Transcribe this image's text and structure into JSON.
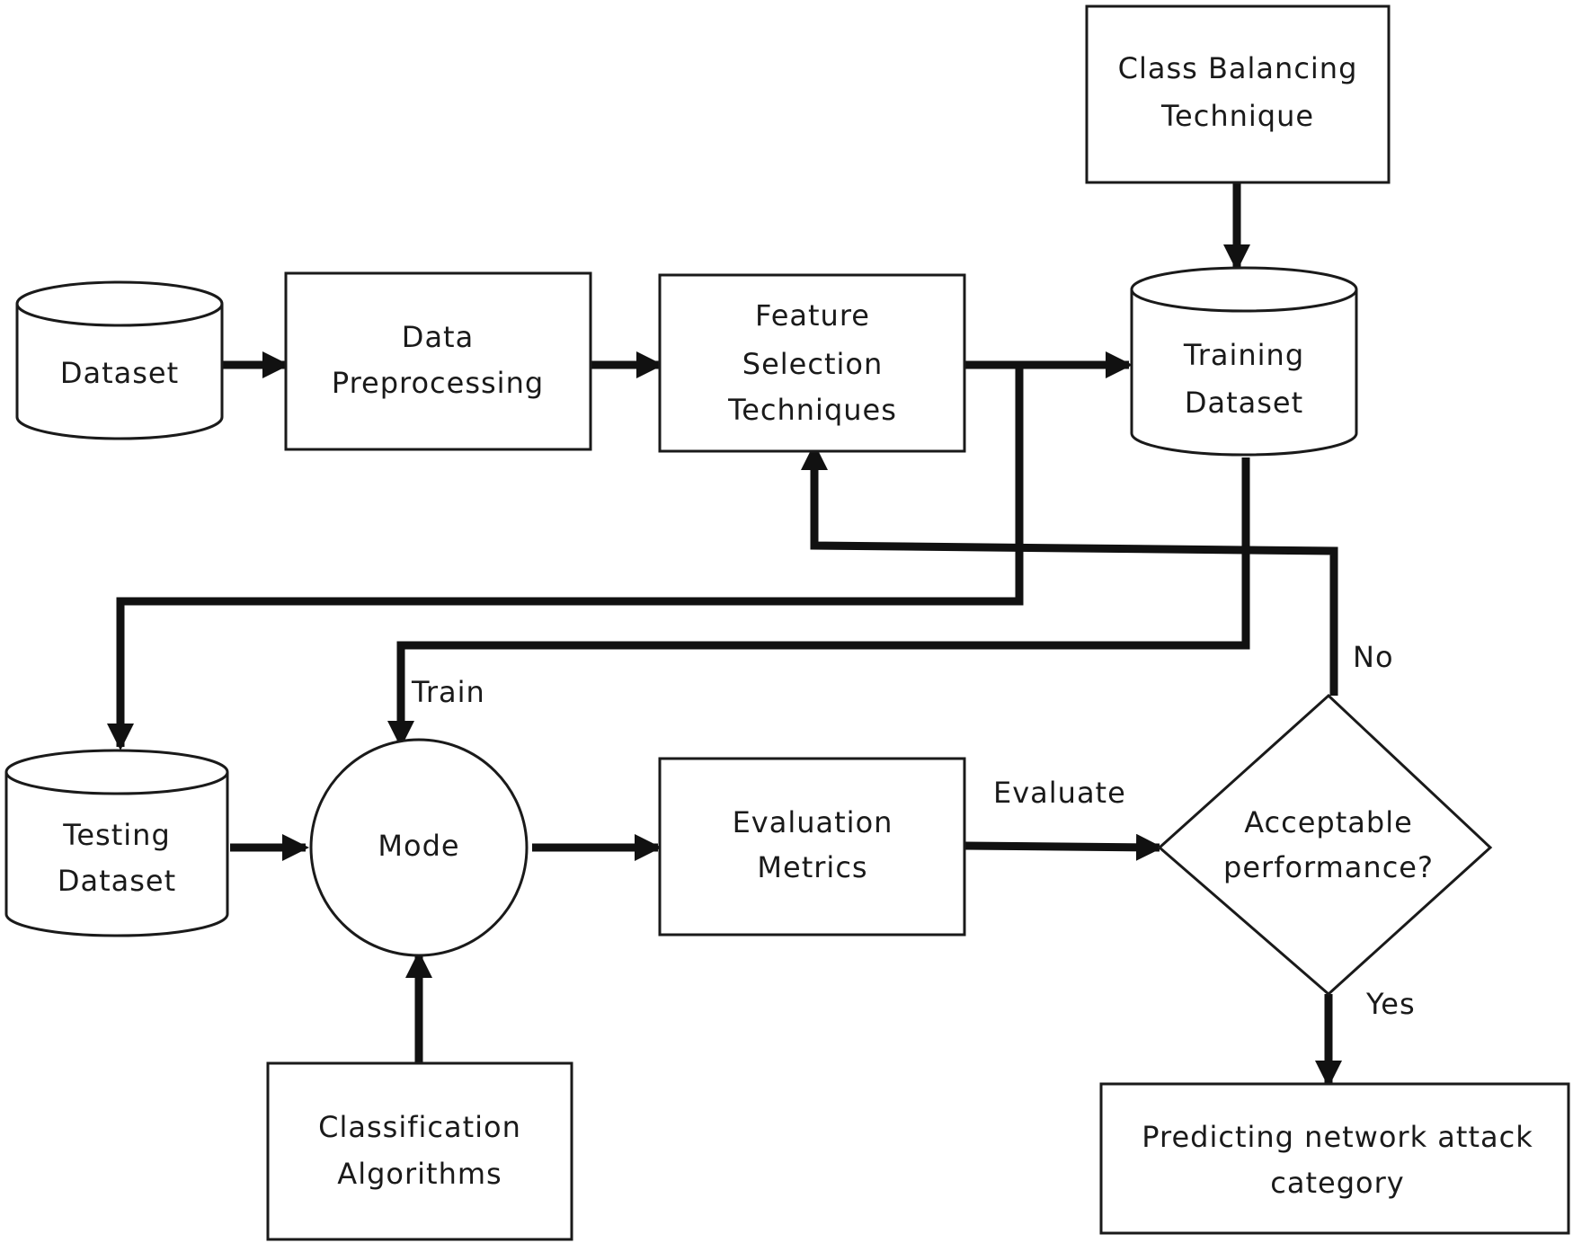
{
  "nodes": {
    "dataset": {
      "line1": "Dataset"
    },
    "data_preprocessing": {
      "line1": "Data",
      "line2": "Preprocessing"
    },
    "feature_selection": {
      "line1": "Feature",
      "line2": "Selection",
      "line3": "Techniques"
    },
    "class_balancing": {
      "line1": "Class Balancing",
      "line2": "Technique"
    },
    "training_dataset": {
      "line1": "Training",
      "line2": "Dataset"
    },
    "testing_dataset": {
      "line1": "Testing",
      "line2": "Dataset"
    },
    "model": {
      "line1": "Mode"
    },
    "evaluation_metrics": {
      "line1": "Evaluation",
      "line2": "Metrics"
    },
    "decision": {
      "line1": "Acceptable",
      "line2": "performance?"
    },
    "classification_algorithms": {
      "line1": "Classification",
      "line2": "Algorithms"
    },
    "prediction": {
      "line1": "Predicting network attack",
      "line2": "category"
    }
  },
  "edge_labels": {
    "train": "Train",
    "evaluate": "Evaluate",
    "no": "No",
    "yes": "Yes"
  }
}
